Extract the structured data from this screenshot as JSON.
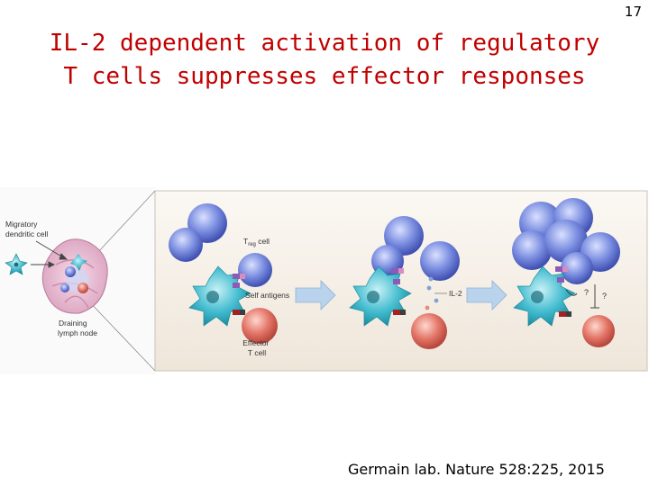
{
  "slide_number": "17",
  "title": "IL-2 dependent activation of regulatory T cells suppresses effector responses",
  "citation": "Germain lab. Nature 528:225, 2015",
  "figure": {
    "labels": {
      "migratory_dc": [
        "Migratory",
        "dendritic cell"
      ],
      "draining_ln": [
        "Draining",
        "lymph node"
      ],
      "treg": "T",
      "treg_sub": "reg",
      "treg_suffix": " cell",
      "self_antigens": "Self antigens",
      "effector": [
        "Effector",
        "T cell"
      ],
      "il2": "IL-2",
      "q1": "?",
      "q2": "?"
    },
    "colors": {
      "treg": "#6b7fd6",
      "effector": "#e06a5c",
      "dendritic": "#3bb6c9",
      "lymph_node": "#e9b8d0",
      "panel": "#f7f1e9",
      "arrow": "#a9c7e6"
    }
  }
}
